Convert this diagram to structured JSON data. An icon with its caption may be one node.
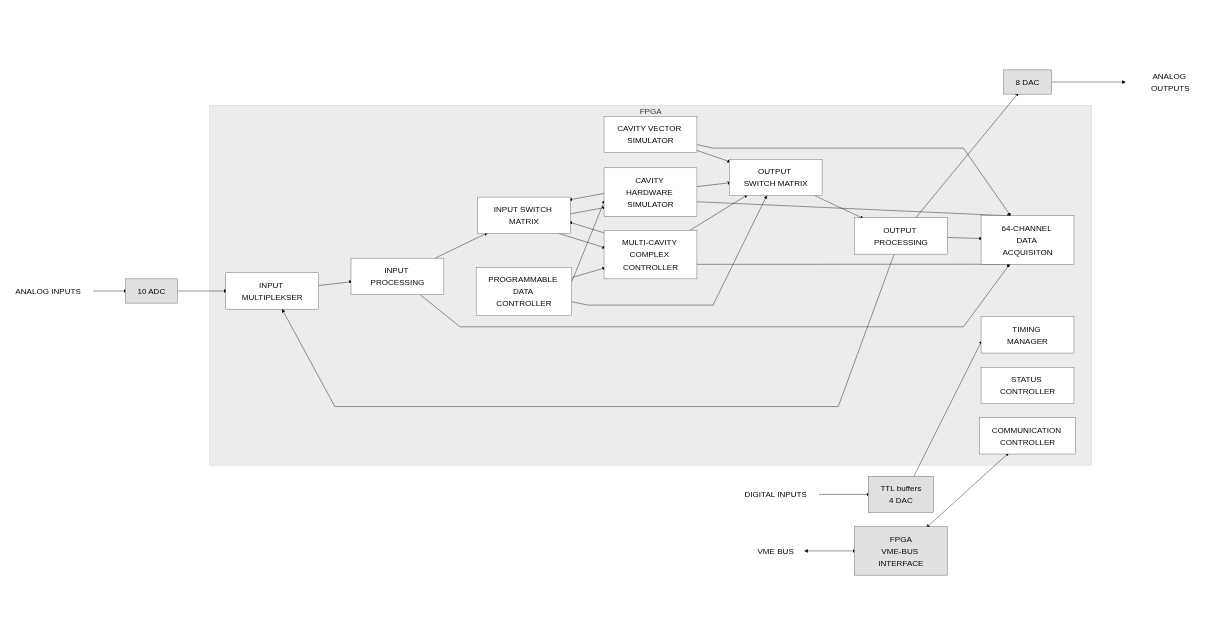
{
  "diagram": {
    "nodes": [
      {
        "text": [
          "FPGA"
        ]
      },
      {
        "text": [
          "64-CHANNEL DATA ACQUISITON"
        ],
        "in": 0
      },
      {
        "text": [
          "INPUT MULTIPLEKSER"
        ],
        "in": 0
      },
      {
        "text": [
          "INPUT PROCESSING"
        ],
        "in": 0
      },
      {
        "text": [
          "INPUT SWITCH MATRIX"
        ],
        "in": 0
      },
      {
        "text": [
          "CAVITY VECTOR SIMULATOR"
        ],
        "in": 0
      },
      {
        "text": [
          "CAVITY HARDWARE SIMULATOR"
        ],
        "in": 0
      },
      {
        "text": [
          "PROGRAMMABLE DATA CONTROLLER"
        ],
        "in": 0
      },
      {
        "text": [
          "MULTI-CAVITY COMPLEX CONTROLLER"
        ],
        "in": 0
      },
      {
        "text": [
          "OUTPUT SWITCH MATRIX"
        ],
        "in": 0
      },
      {
        "text": [
          "OUTPUT PROCESSING"
        ],
        "in": 0
      },
      {
        "text": [
          "COMMUNICATION CONTROLLER"
        ],
        "in": 0
      },
      {
        "text": [
          "STATUS CONTROLLER"
        ],
        "in": 0
      },
      {
        "text": [
          "TIMING MANAGER"
        ],
        "in": 0
      },
      {
        "text": [
          "ANALOG INPUTS"
        ]
      },
      {
        "text": [
          "10 ADC"
        ]
      },
      {
        "text": [
          "8 DAC"
        ]
      },
      {
        "text": [
          "ANALOG OUTPUTS"
        ]
      },
      {
        "text": [
          "VME BUS"
        ]
      },
      {
        "text": [
          "FPGA",
          "VME-BUS INTERFACE"
        ]
      },
      {
        "text": [
          "TTL buffers",
          "4 DAC"
        ]
      },
      {
        "text": [
          "DIGITAL INPUTS"
        ]
      }
    ],
    "edges": [
      {
        "from": 14,
        "to": 15,
        "arrow": "to"
      },
      {
        "from": 15,
        "to": 2,
        "arrow": "to"
      },
      {
        "from": 2,
        "to": 3,
        "arrow": "to"
      },
      {
        "from": 3,
        "to": 4,
        "arrow": "to"
      },
      {
        "from": 3,
        "to": 1,
        "arrow": "to"
      },
      {
        "from": 4,
        "to": 6,
        "arrow": "to"
      },
      {
        "from": 4,
        "to": 8,
        "arrow": "to"
      },
      {
        "from": 7,
        "to": 6,
        "arrow": "to"
      },
      {
        "from": 7,
        "to": 8,
        "arrow": "to"
      },
      {
        "from": 7,
        "to": 9,
        "arrow": "to"
      },
      {
        "from": 5,
        "to": 9,
        "arrow": "to"
      },
      {
        "from": 5,
        "to": 1,
        "arrow": "to"
      },
      {
        "from": 6,
        "to": 9,
        "arrow": "to"
      },
      {
        "from": 6,
        "to": 1,
        "arrow": "to"
      },
      {
        "from": 6,
        "to": 4,
        "arrow": "to"
      },
      {
        "from": 8,
        "to": 9,
        "arrow": "to"
      },
      {
        "from": 8,
        "to": 1,
        "arrow": "to"
      },
      {
        "from": 8,
        "to": 4,
        "arrow": "to"
      },
      {
        "from": 9,
        "to": 10,
        "arrow": "to"
      },
      {
        "from": 10,
        "to": 16,
        "arrow": "to"
      },
      {
        "from": 10,
        "to": 1,
        "arrow": "to"
      },
      {
        "from": 10,
        "to": 2,
        "arrow": "to"
      },
      {
        "from": 16,
        "to": 17,
        "arrow": "to"
      },
      {
        "from": 18,
        "to": 19,
        "arrow": "both"
      },
      {
        "from": 19,
        "to": 11,
        "arrow": "both"
      },
      {
        "from": 21,
        "to": 20,
        "arrow": "to"
      },
      {
        "from": 20,
        "to": 13,
        "arrow": "to"
      }
    ]
  }
}
